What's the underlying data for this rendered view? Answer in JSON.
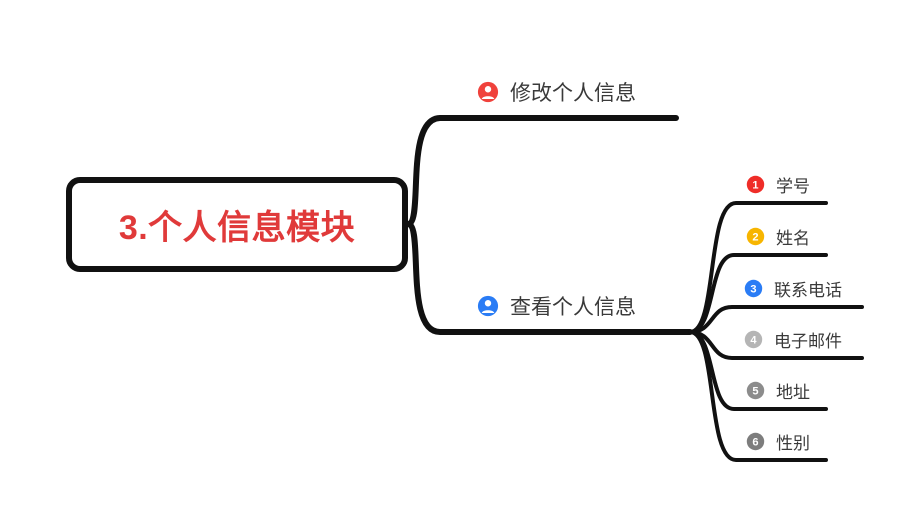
{
  "root": {
    "label": "3.个人信息模块",
    "text_color": "#e03a3a",
    "border_color": "#111111"
  },
  "branches": [
    {
      "label": "修改个人信息",
      "icon": "person-circle-icon",
      "icon_color": "#f0423c"
    },
    {
      "label": "查看个人信息",
      "icon": "person-circle-icon",
      "icon_color": "#2a7cf5"
    }
  ],
  "leaves": [
    {
      "number": "1",
      "label": "学号",
      "badge_color": "#ef2d28"
    },
    {
      "number": "2",
      "label": "姓名",
      "badge_color": "#f7b500"
    },
    {
      "number": "3",
      "label": "联系电话",
      "badge_color": "#2a7cf5"
    },
    {
      "number": "4",
      "label": "电子邮件",
      "badge_color": "#b5b5b5"
    },
    {
      "number": "5",
      "label": "地址",
      "badge_color": "#8c8c8c"
    },
    {
      "number": "6",
      "label": "性别",
      "badge_color": "#7d7d7d"
    }
  ]
}
